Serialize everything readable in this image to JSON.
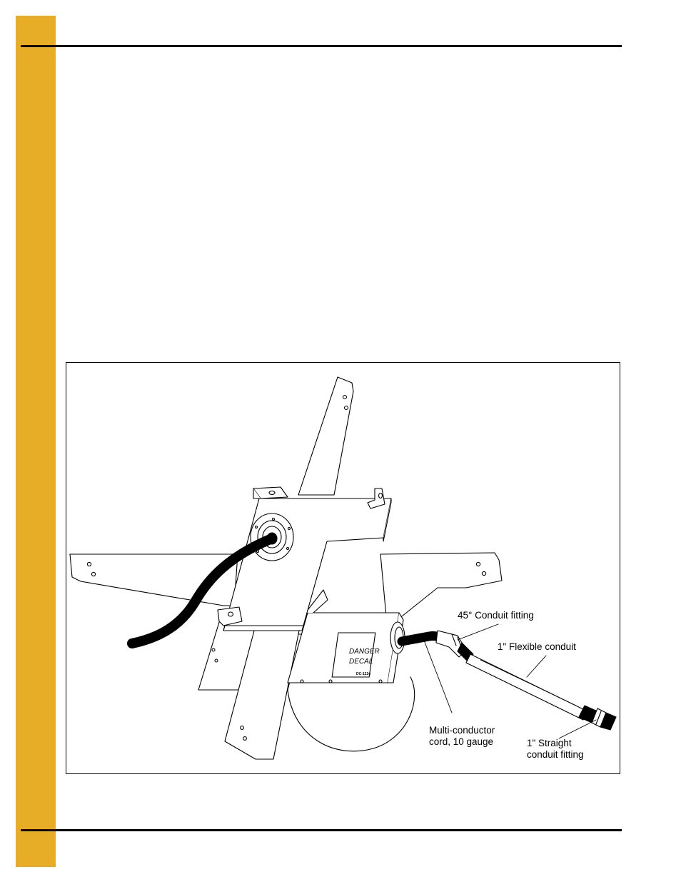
{
  "figure": {
    "decal": {
      "line1": "DANGER",
      "line2": "DECAL",
      "part_number": "DC-1224"
    },
    "callouts": {
      "conduit_45": "45° Conduit fitting",
      "flexible_conduit": "1\" Flexible conduit",
      "cord_line1": "Multi-conductor",
      "cord_line2": "cord, 10 gauge",
      "straight_line1": "1\" Straight",
      "straight_line2": "conduit fitting"
    }
  }
}
